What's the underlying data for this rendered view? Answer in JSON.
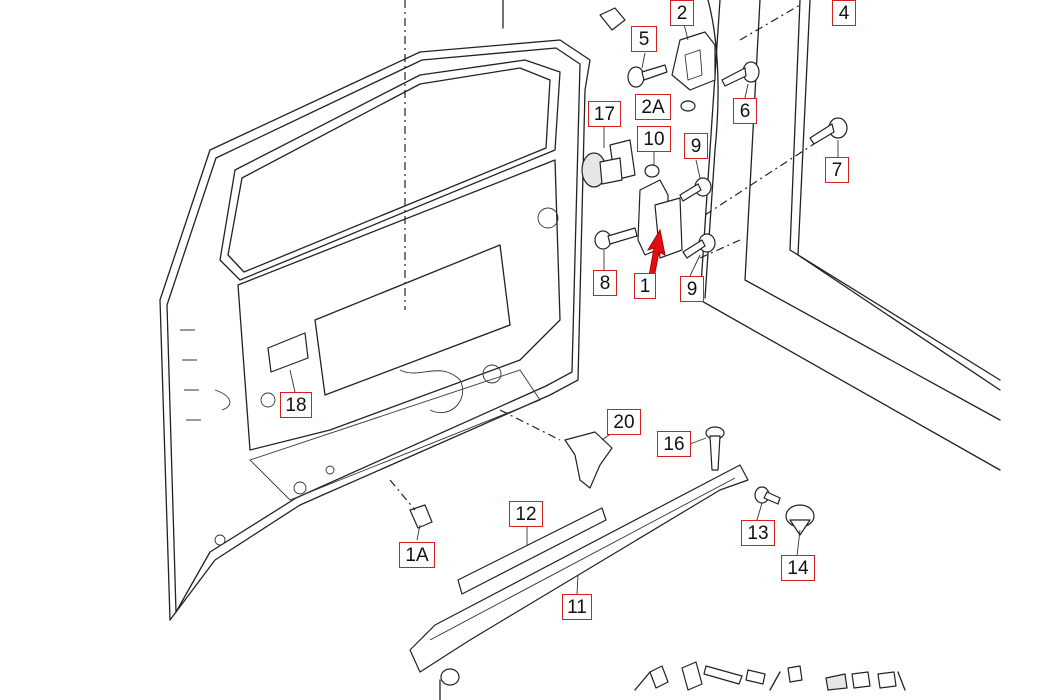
{
  "diagram": {
    "callouts": {
      "c2": "2",
      "c4": "4",
      "c5": "5",
      "c2a": "2A",
      "c6": "6",
      "c17": "17",
      "c10": "10",
      "c9a": "9",
      "c7": "7",
      "c8": "8",
      "c1": "1",
      "c9b": "9",
      "c18": "18",
      "c20": "20",
      "c16": "16",
      "c12": "12",
      "c13": "13",
      "c14": "14",
      "c1a": "1A",
      "c11": "11"
    },
    "colors": {
      "callout_border": "#d81f1f",
      "line": "#222222",
      "arrow": "#e01010"
    }
  }
}
